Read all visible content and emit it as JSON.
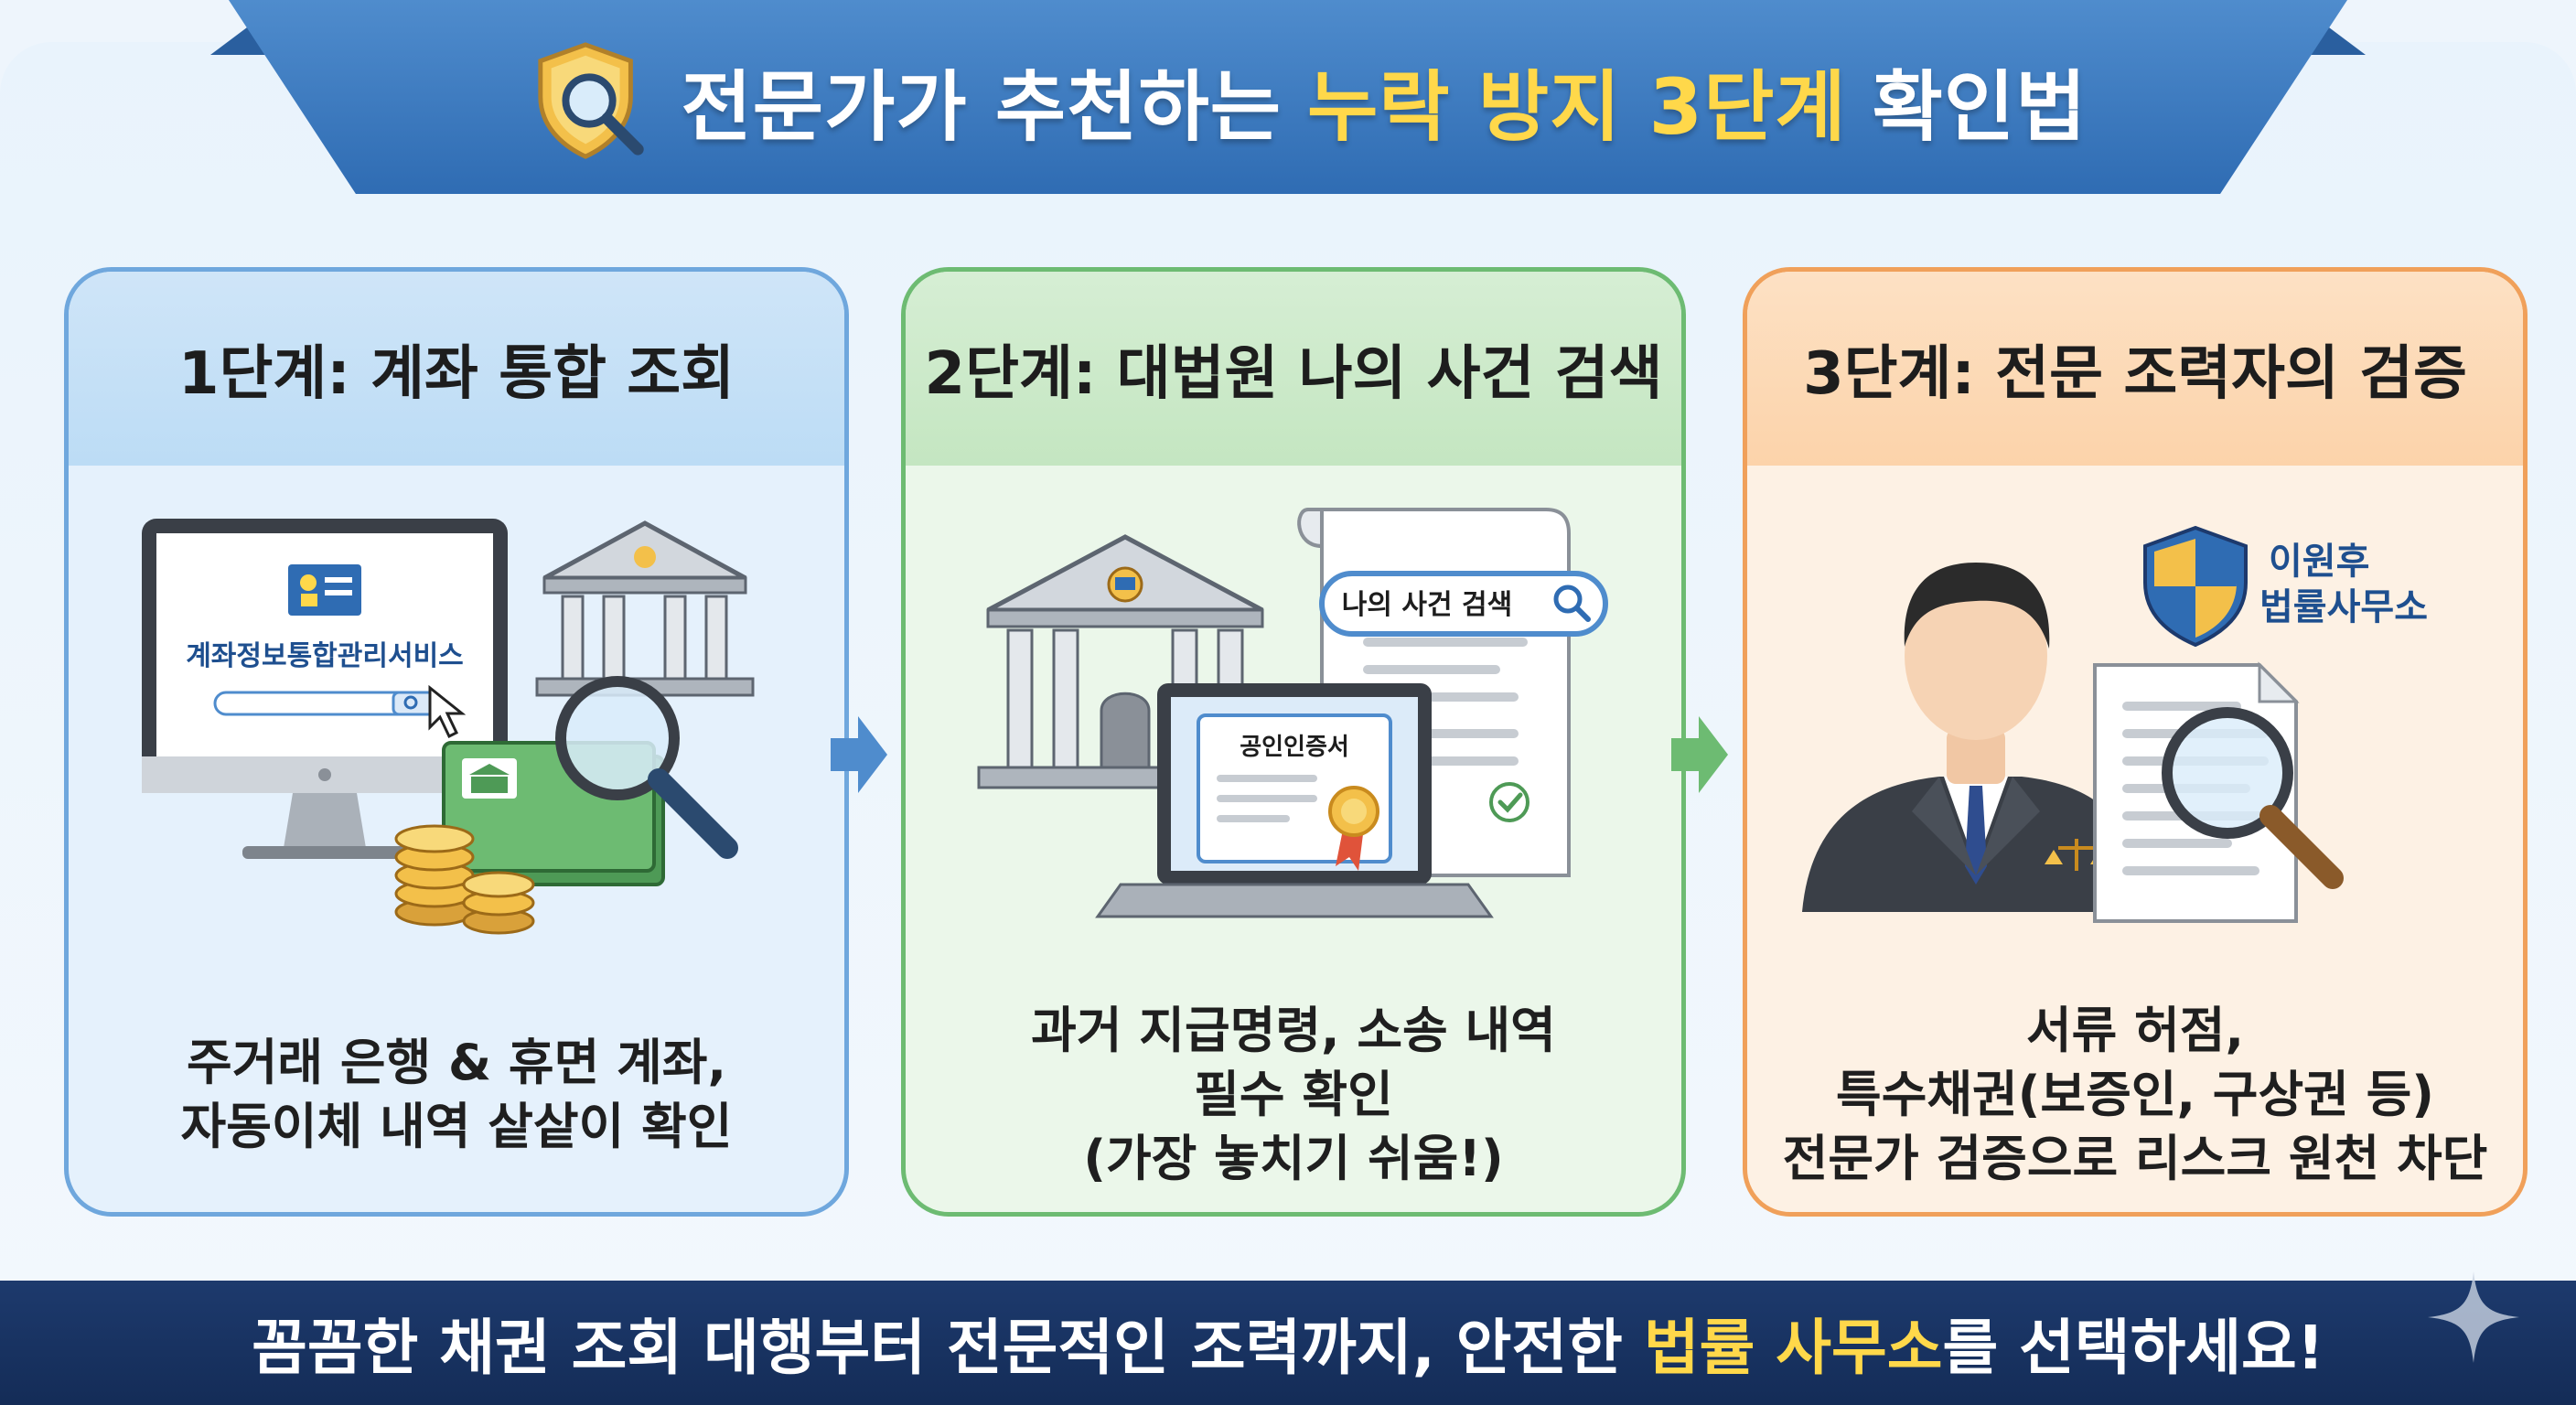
{
  "header": {
    "title_part1": "전문가가 추천하는",
    "title_highlight": "누락 방지 3단계",
    "title_part2": "확인법"
  },
  "steps": [
    {
      "title": "1단계: 계좌 통합 조회",
      "screen_label": "계좌정보통합관리서비스",
      "desc_lines": [
        "주거래 은행 & 휴면 계좌,",
        "자동이체 내역 샅샅이 확인"
      ]
    },
    {
      "title": "2단계: 대법원 나의 사건 검색",
      "search_label": "나의 사건 검색",
      "certificate_label": "공인인증서",
      "desc_lines": [
        "과거 지급명령, 소송 내역",
        "필수 확인",
        "(가장 놓치기 쉬움!)"
      ]
    },
    {
      "title": "3단계: 전문 조력자의 검증",
      "firm_name_line1": "이원후",
      "firm_name_line2": "법률사무소",
      "desc_lines": [
        "서류 허점,",
        "특수채권(보증인, 구상권 등)",
        "전문가 검증으로 리스크 원천 차단"
      ]
    }
  ],
  "footer": {
    "text_part1": "꼼꼼한 채권 조회 대행부터 전문적인 조력까지, 안전한",
    "text_highlight": "법률 사무소",
    "text_part2": "를 선택하세요!"
  },
  "colors": {
    "banner": "#2f6cb3",
    "highlight": "#ffd84a",
    "step1_border": "#6fa7dd",
    "step2_border": "#6dbb72",
    "step3_border": "#f0a05a",
    "footer": "#1d3a6d"
  },
  "icons": {
    "title": "shield-magnifier-icon",
    "step1": [
      "monitor-icon",
      "bank-building-icon",
      "coins-icon",
      "cash-icon",
      "magnifier-icon",
      "cursor-icon"
    ],
    "step2": [
      "courthouse-icon",
      "document-icon",
      "search-bar-icon",
      "laptop-icon",
      "certificate-icon",
      "check-icon"
    ],
    "step3": [
      "lawyer-avatar-icon",
      "firm-shield-icon",
      "document-icon",
      "magnifier-icon",
      "scales-badge-icon"
    ],
    "arrows": [
      "arrow-right-icon",
      "arrow-right-icon"
    ],
    "footer": "sparkle-icon"
  }
}
